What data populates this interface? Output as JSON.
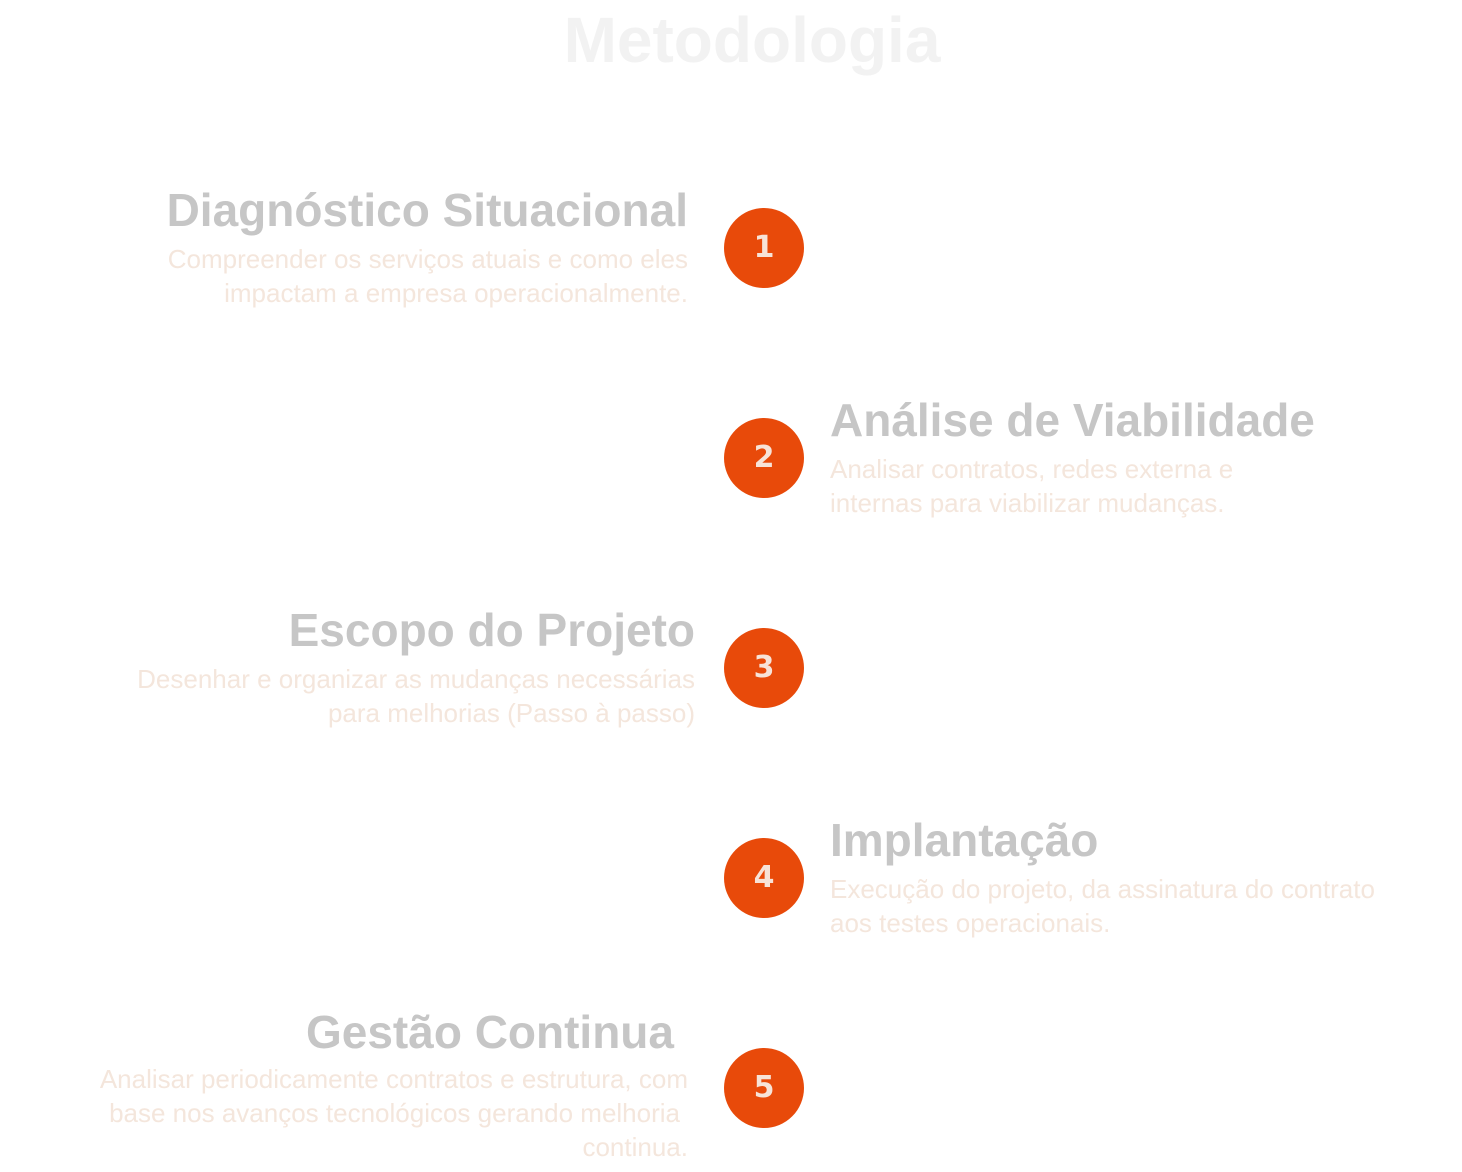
{
  "page": {
    "title": "Metodologia"
  },
  "steps": [
    {
      "number": "1",
      "title": "Diagnóstico Situacional",
      "description_lines": [
        "Compreender os serviços atuais e como eles",
        "impactam a empresa operacionalmente."
      ]
    },
    {
      "number": "2",
      "title": "Análise de Viabilidade",
      "description_lines": [
        "Analisar contratos, redes externa e",
        "internas para viabilizar mudanças."
      ]
    },
    {
      "number": "3",
      "title": "Escopo do Projeto",
      "description_lines": [
        "Desenhar e organizar as mudanças necessárias",
        "para melhorias (Passo à passo)"
      ]
    },
    {
      "number": "4",
      "title": "Implantação",
      "description_lines": [
        "Execução do projeto, da assinatura do contrato",
        "aos testes operacionais."
      ]
    },
    {
      "number": "5",
      "title": "Gestão Continua",
      "description_lines": [
        "Analisar periodicamente contratos e estrutura, com",
        "base nos avanços tecnológicos gerando melhoria",
        "continua."
      ]
    }
  ],
  "colors": {
    "badge": "#e84a0a",
    "badge_text": "#f7e3d8",
    "title_text": "#c6c6c6",
    "description_text": "#f4e6dc",
    "heading_text": "#f2f2f2"
  }
}
